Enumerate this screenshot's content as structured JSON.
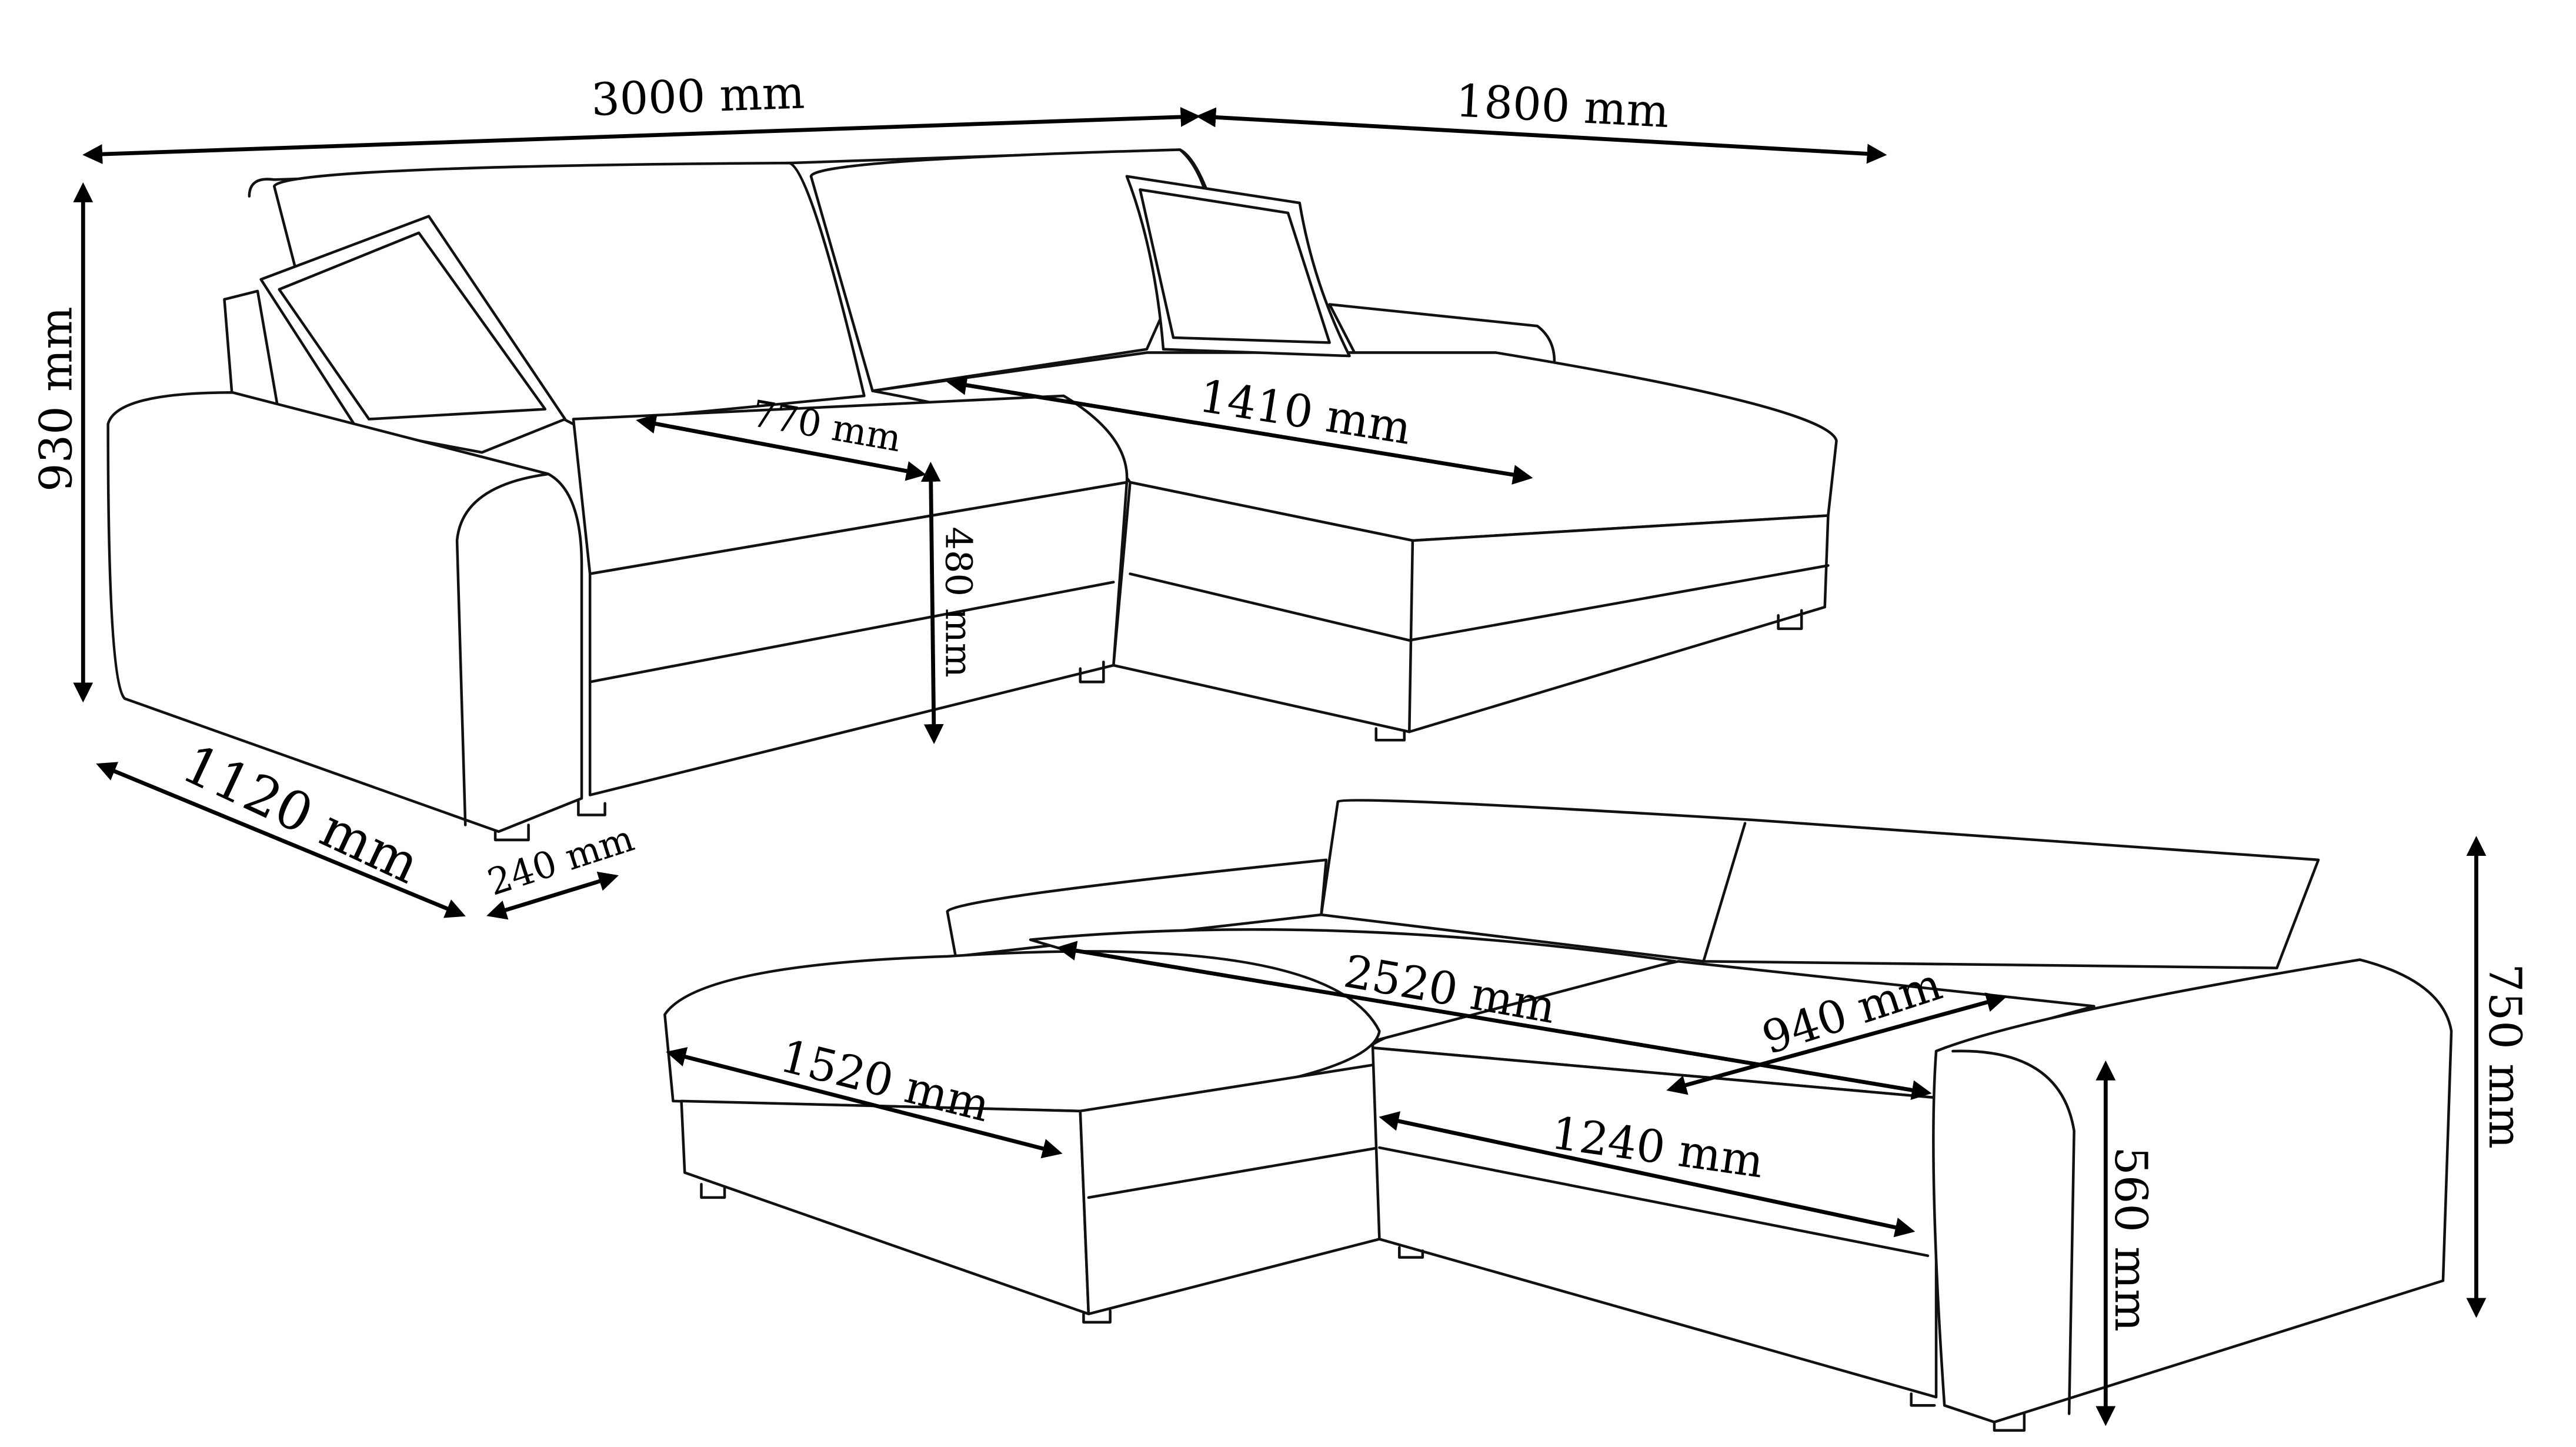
{
  "dimensions": {
    "total_width": "3000 mm",
    "chaise_length": "1800 mm",
    "height": "930 mm",
    "seat_depth": "770 mm",
    "chaise_seat_length": "1410 mm",
    "seat_height": "480 mm",
    "depth": "1120 mm",
    "arm_width": "240 mm",
    "bed_length": "2520 mm",
    "bed_width": "940 mm",
    "chaise_bed_length": "1520 mm",
    "storage_length": "1240 mm",
    "back_height_bed": "750 mm",
    "arm_height": "560 mm"
  }
}
